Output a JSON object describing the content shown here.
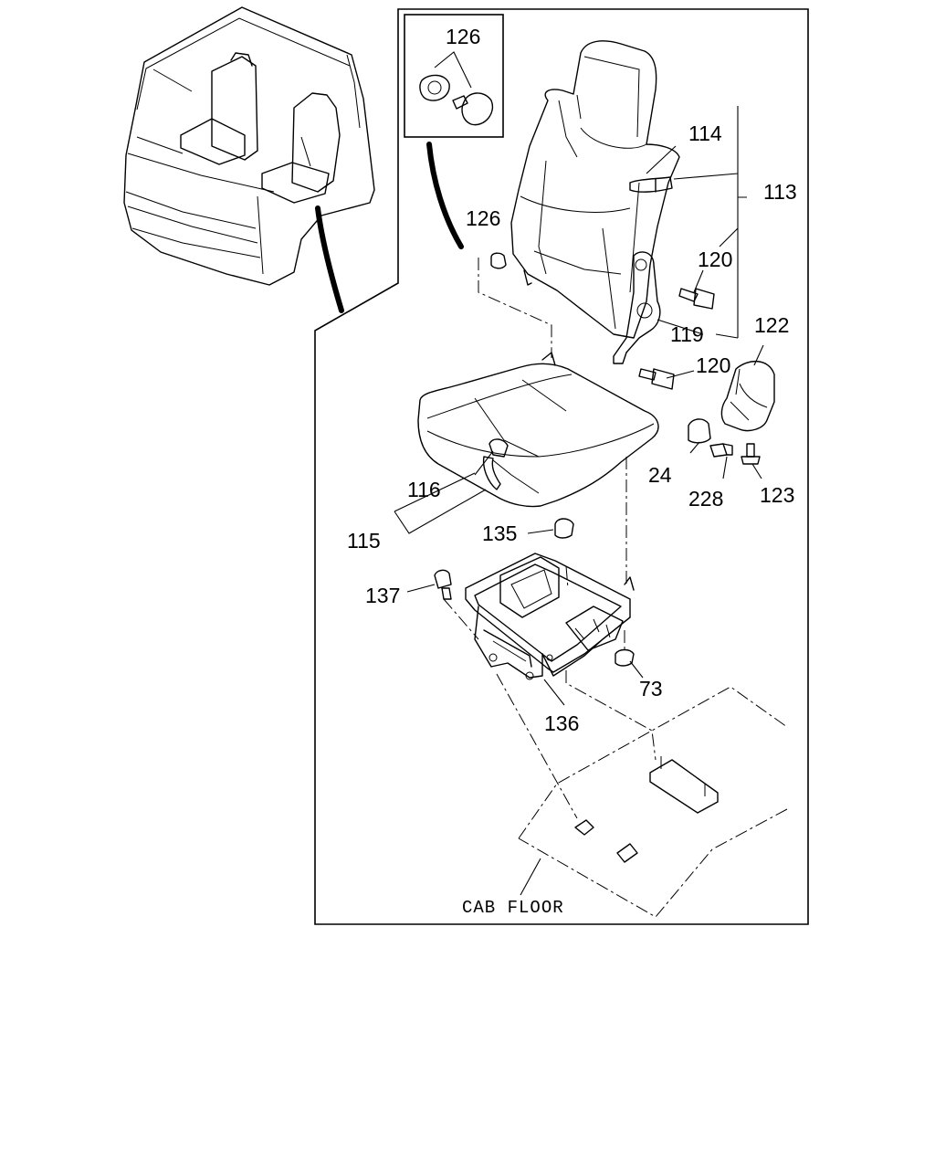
{
  "callouts": {
    "c126_inset": "126",
    "c114": "114",
    "c113": "113",
    "c126": "126",
    "c120_upper": "120",
    "c122": "122",
    "c119": "119",
    "c120_lower": "120",
    "c116": "116",
    "c24": "24",
    "c228": "228",
    "c123": "123",
    "c115": "115",
    "c135": "135",
    "c137": "137",
    "c73": "73",
    "c136": "136"
  },
  "floor_label": "CAB FLOOR"
}
